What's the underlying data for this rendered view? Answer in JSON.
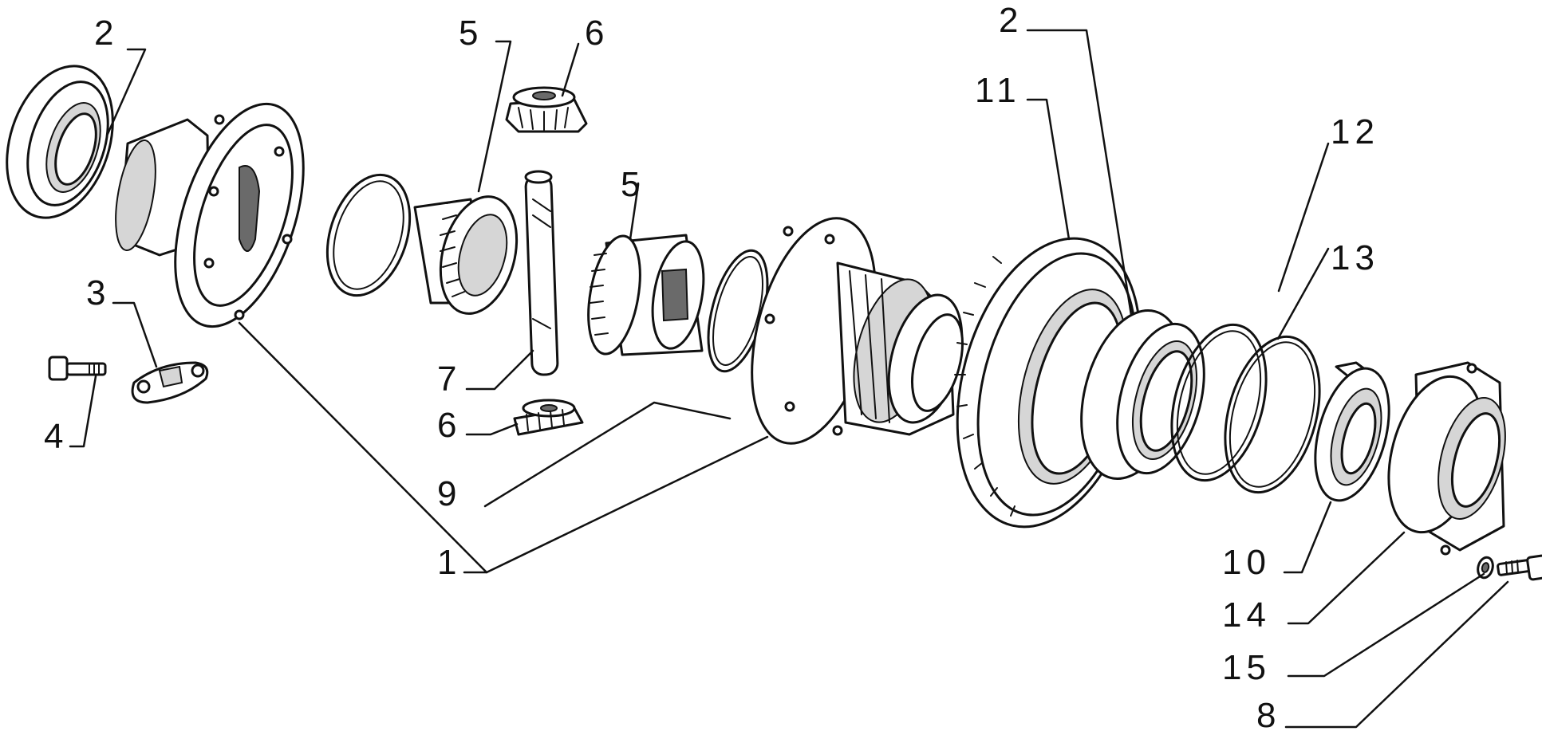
{
  "callouts": [
    {
      "id": "c2a",
      "text": "2"
    },
    {
      "id": "c5a",
      "text": "5"
    },
    {
      "id": "c6a",
      "text": "6"
    },
    {
      "id": "c2b",
      "text": "2"
    },
    {
      "id": "c11",
      "text": "11"
    },
    {
      "id": "c12",
      "text": "12"
    },
    {
      "id": "c13",
      "text": "13"
    },
    {
      "id": "c5b",
      "text": "5"
    },
    {
      "id": "c3",
      "text": "3"
    },
    {
      "id": "c7",
      "text": "7"
    },
    {
      "id": "c4",
      "text": "4"
    },
    {
      "id": "c6b",
      "text": "6"
    },
    {
      "id": "c9",
      "text": "9"
    },
    {
      "id": "c1",
      "text": "1"
    },
    {
      "id": "c10",
      "text": "10"
    },
    {
      "id": "c14",
      "text": "14"
    },
    {
      "id": "c15",
      "text": "15"
    },
    {
      "id": "c8",
      "text": "8"
    }
  ]
}
